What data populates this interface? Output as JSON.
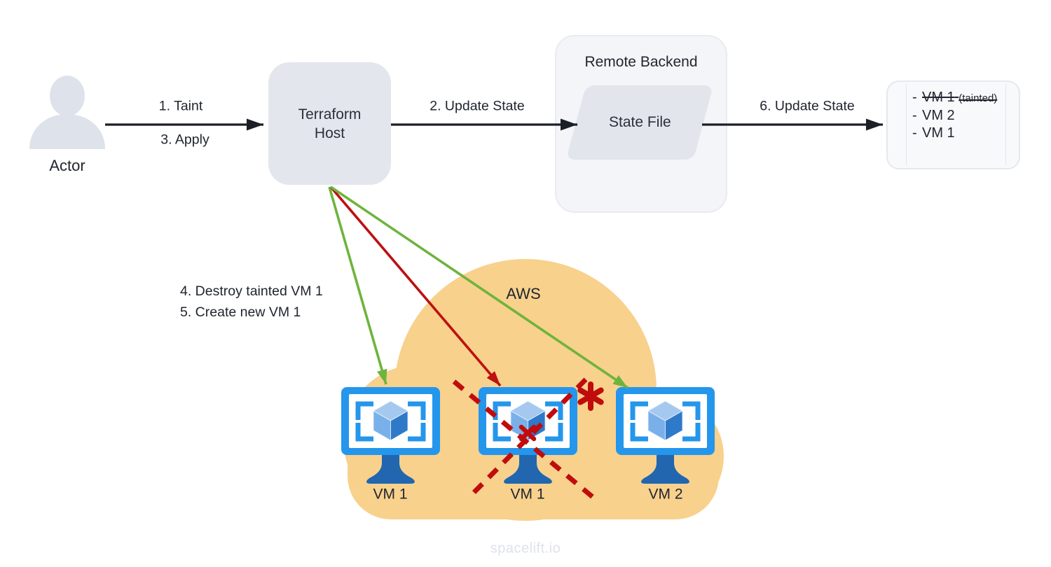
{
  "actor": {
    "label": "Actor"
  },
  "nodes": {
    "terraform_host": "Terraform Host",
    "remote_backend": "Remote Backend",
    "state_file": "State File",
    "aws_cloud": "AWS"
  },
  "flow_labels": {
    "step1": "1. Taint",
    "step2": "2. Update State",
    "step3": "3. Apply",
    "step4": "4. Destroy tainted VM 1",
    "step5": "5. Create new VM 1",
    "step6": "6. Update State"
  },
  "state_list": {
    "items": [
      {
        "prefix": "-",
        "label": "VM 1",
        "suffix": "(tainted)",
        "struck": true
      },
      {
        "prefix": "-",
        "label": "VM 2",
        "struck": false
      },
      {
        "prefix": "-",
        "label": "VM 1",
        "struck": false
      }
    ]
  },
  "vms": [
    {
      "label": "VM 1",
      "status": "created-new"
    },
    {
      "label": "VM 1",
      "status": "destroyed-tainted"
    },
    {
      "label": "VM 2",
      "status": "kept"
    }
  ],
  "watermark": "spacelift.io",
  "colors": {
    "arrow_black": "#1B1F26",
    "arrow_green": "#6EB43C",
    "arrow_red": "#BE1010",
    "cross_red": "#C00C0C",
    "cloud_fill": "#F8D18D",
    "monitor_blue": "#2496EC",
    "stand_blue": "#2166AF",
    "cube_top": "#A5C9EE",
    "cube_left": "#7AB0EA",
    "cube_right": "#2F79C9",
    "node_gray": "#E3E6EC",
    "backend_bg": "#F3F5F9",
    "person_gray": "#DEE2EA",
    "text": "#20252E",
    "watermark_gray": "#DFE2EC"
  }
}
